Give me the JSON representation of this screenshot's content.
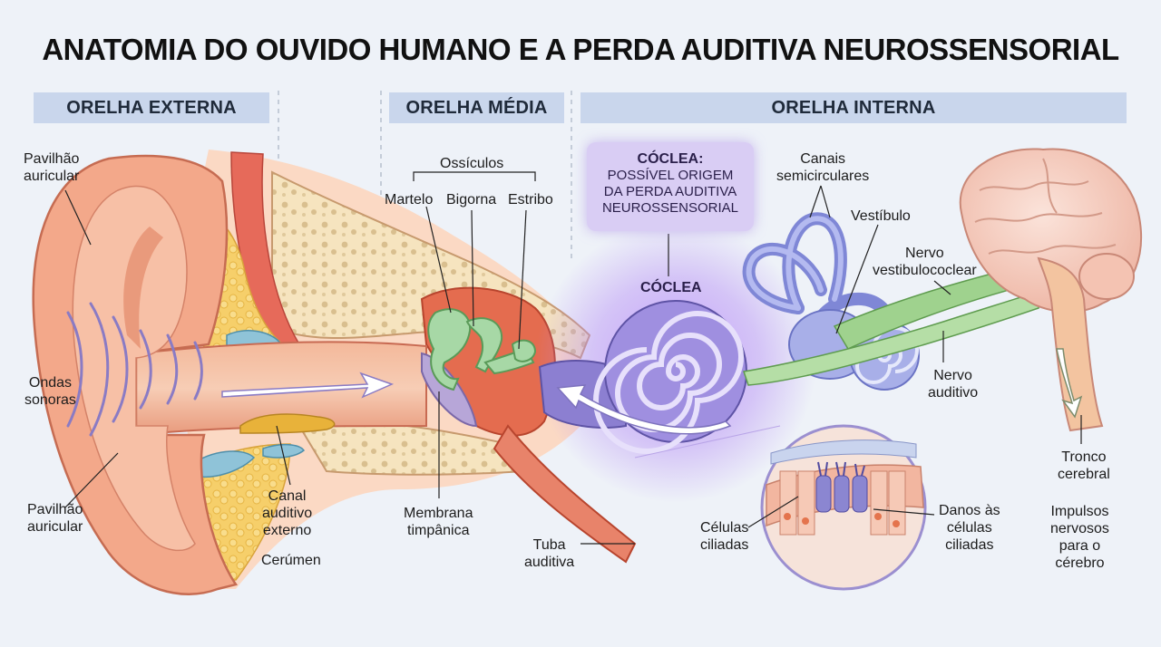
{
  "title": "ANATOMIA DO OUVIDO HUMANO E A PERDA AUDITIVA NEUROSSENSORIAL",
  "sections": {
    "external": "ORELHA EXTERNA",
    "middle": "ORELHA MÉDIA",
    "internal": "ORELHA INTERNA"
  },
  "labels": {
    "pinna_top": [
      "Pavilhão",
      "auricular"
    ],
    "sound_waves": [
      "Ondas",
      "sonoras"
    ],
    "pinna_bottom": [
      "Pavilhão",
      "auricular"
    ],
    "ear_canal": [
      "Canal",
      "auditivo",
      "externo"
    ],
    "cerumen": "Cerúmen",
    "ossicles": "Ossículos",
    "malleus": "Martelo",
    "incus": "Bigorna",
    "stapes": "Estribo",
    "tympanic": [
      "Membrana",
      "timpânica"
    ],
    "eustachian": [
      "Tuba",
      "auditiva"
    ],
    "cochlea_box_title": "CÓCLEA:",
    "cochlea_box_lines": [
      "POSSÍVEL ORIGEM",
      "DA PERDA AUDITIVA",
      "NEUROSSENSORIAL"
    ],
    "cochlea": "CÓCLEA",
    "semicircular": [
      "Canais",
      "semicirculares"
    ],
    "vestibule": "Vestíbulo",
    "vestibulocochlear": [
      "Nervo",
      "vestibulococlear"
    ],
    "auditory_nerve": [
      "Nervo",
      "auditivo"
    ],
    "hair_cells": [
      "Células",
      "ciliadas"
    ],
    "hair_damage": [
      "Danos às",
      "células",
      "ciliadas"
    ],
    "brainstem": [
      "Tronco",
      "cerebral"
    ],
    "impulses": [
      "Impulsos",
      "nervosos",
      "para o",
      "cérebro"
    ]
  }
}
